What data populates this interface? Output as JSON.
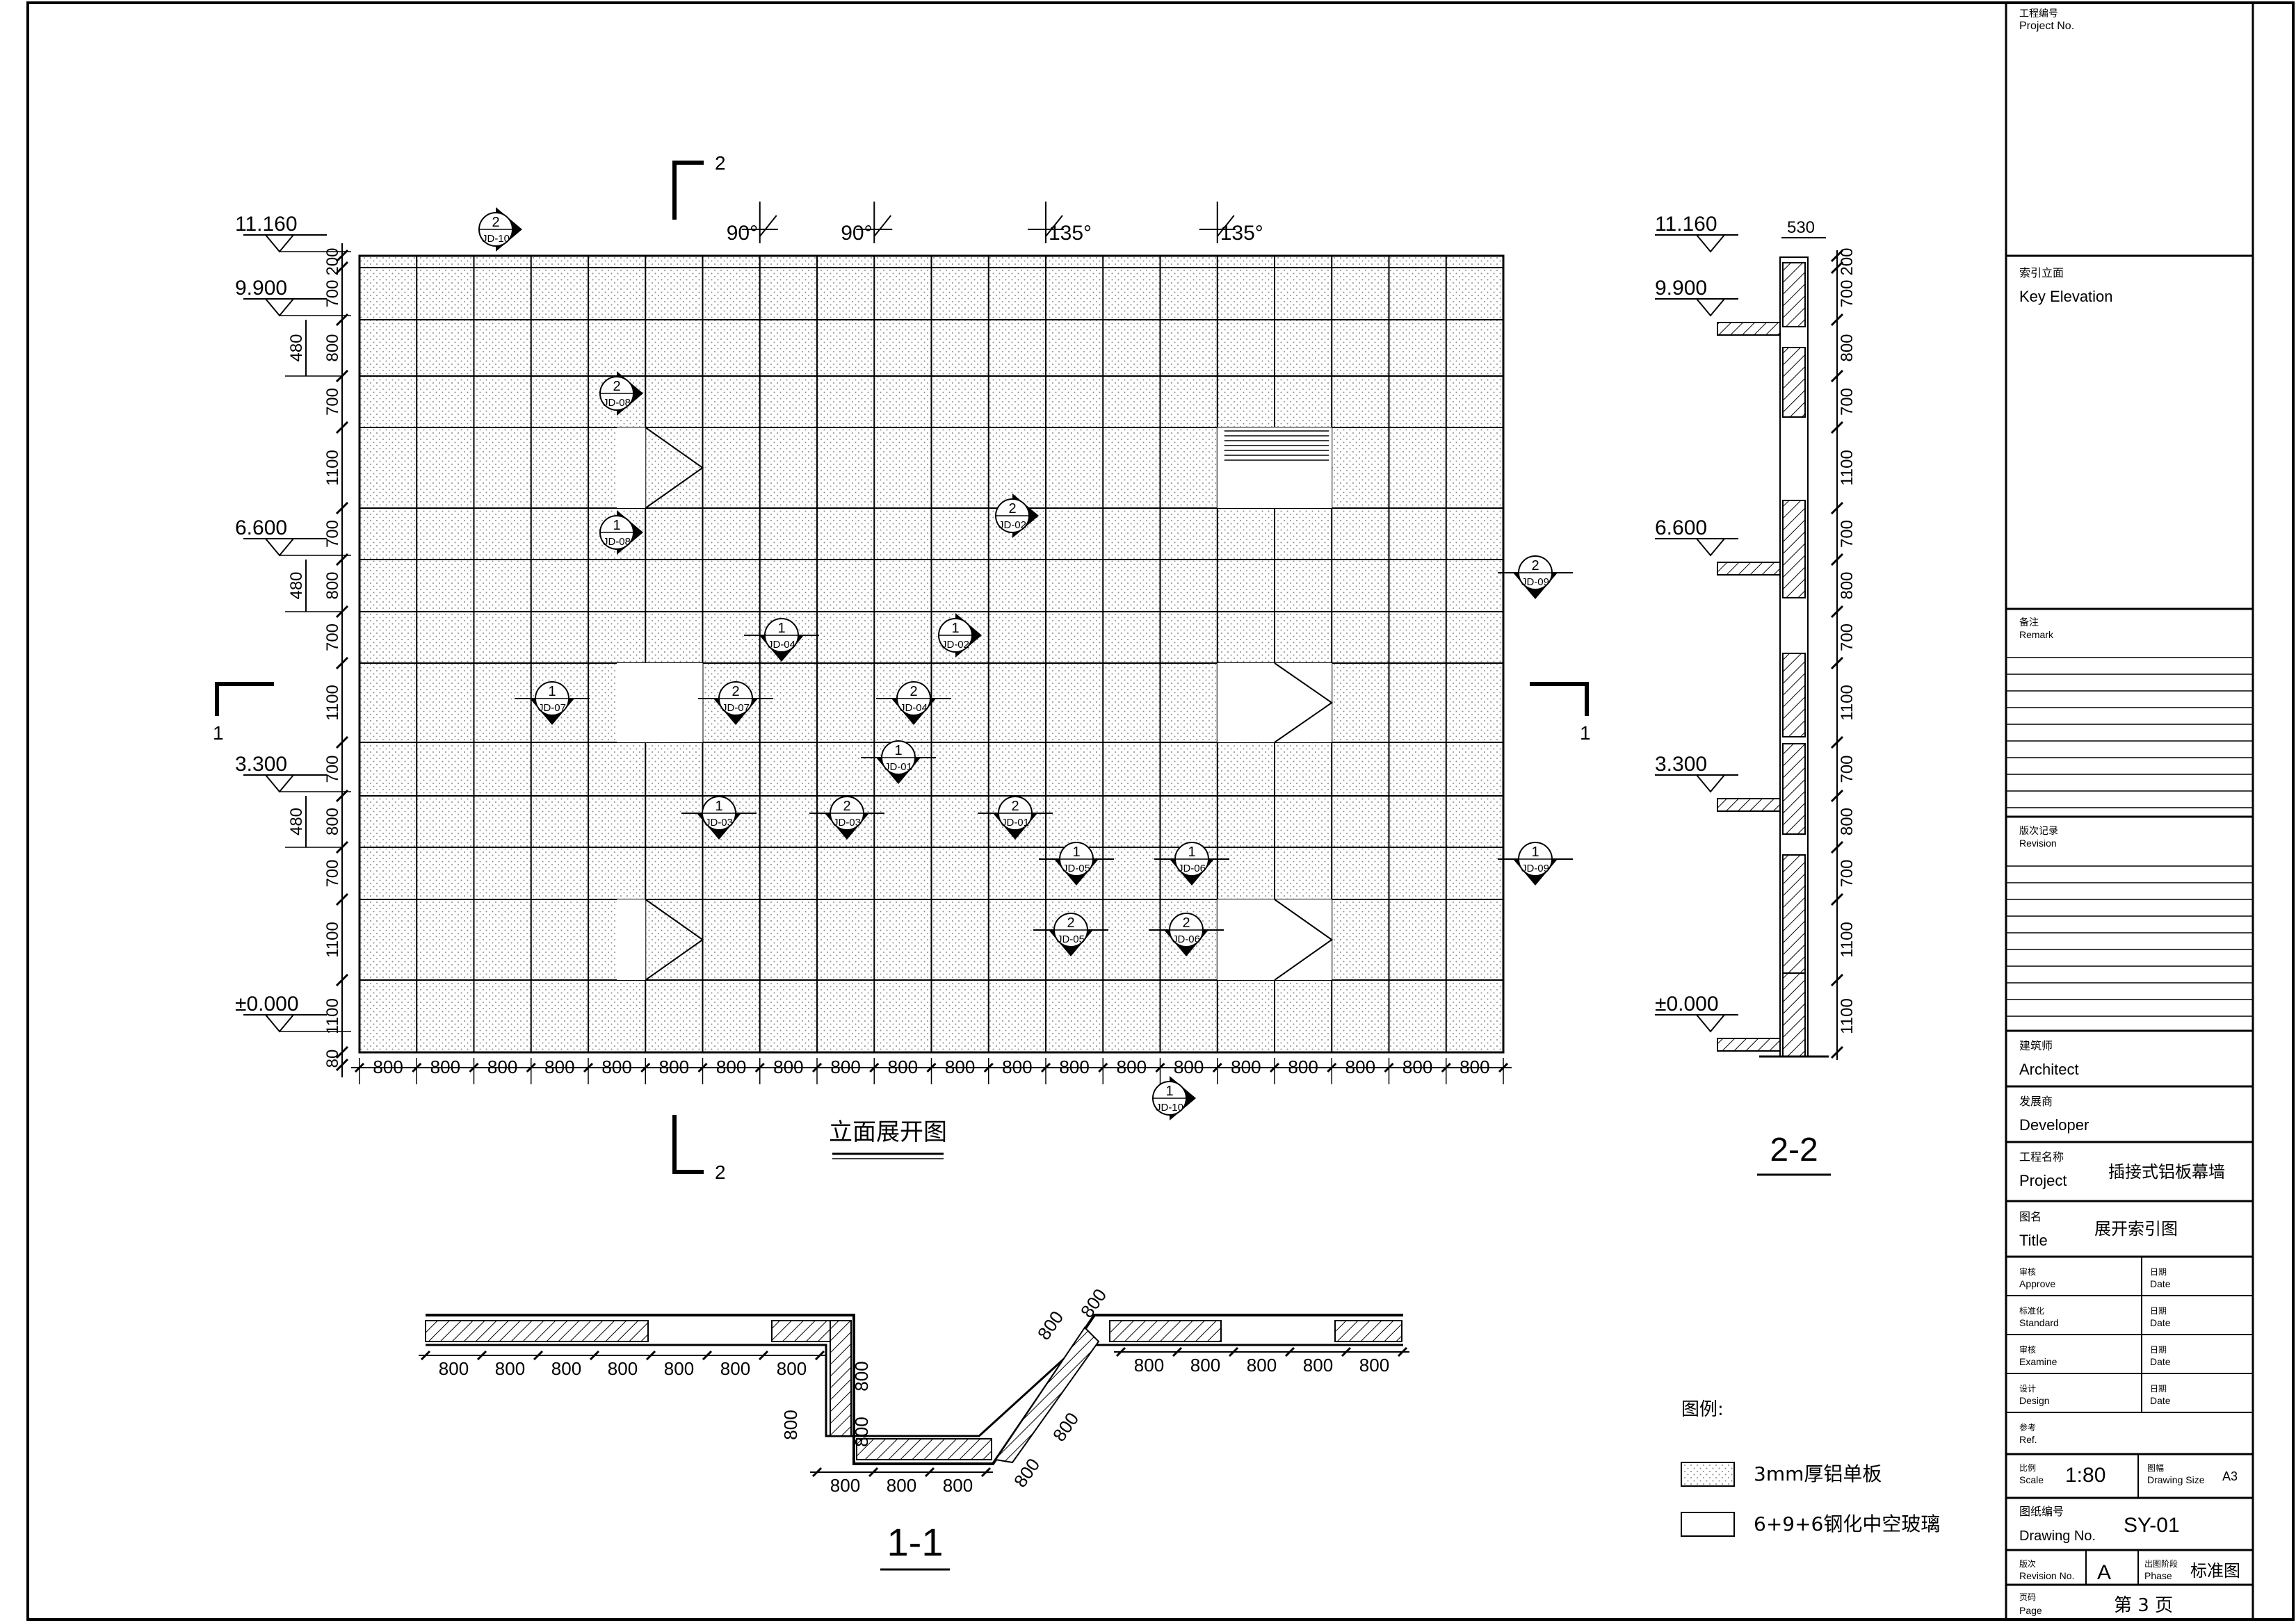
{
  "main_view": {
    "title": "立面展开图",
    "levels": [
      "11.160",
      "9.900",
      "6.600",
      "3.300",
      "±0.000"
    ],
    "row_dims": [
      "200",
      "700",
      "800",
      "700",
      "1100",
      "700",
      "800",
      "700",
      "1100",
      "700",
      "800",
      "700",
      "1100",
      "1100",
      "80"
    ],
    "sub_dims": [
      "480",
      "480",
      "480"
    ],
    "col_dim": "800",
    "col_count": 20,
    "angles": [
      "90°",
      "90°",
      "135°",
      "135°"
    ],
    "cut_2": "2",
    "cut_1": "1",
    "callouts": [
      {
        "n": "2",
        "ref": "JD-10"
      },
      {
        "n": "2",
        "ref": "JD-08"
      },
      {
        "n": "1",
        "ref": "JD-08"
      },
      {
        "n": "2",
        "ref": "JD-02"
      },
      {
        "n": "1",
        "ref": "JD-04"
      },
      {
        "n": "1",
        "ref": "JD-02"
      },
      {
        "n": "1",
        "ref": "JD-07"
      },
      {
        "n": "2",
        "ref": "JD-07"
      },
      {
        "n": "2",
        "ref": "JD-04"
      },
      {
        "n": "1",
        "ref": "JD-01"
      },
      {
        "n": "1",
        "ref": "JD-03"
      },
      {
        "n": "2",
        "ref": "JD-03"
      },
      {
        "n": "2",
        "ref": "JD-01"
      },
      {
        "n": "1",
        "ref": "JD-05"
      },
      {
        "n": "1",
        "ref": "JD-06"
      },
      {
        "n": "2",
        "ref": "JD-05"
      },
      {
        "n": "2",
        "ref": "JD-06"
      },
      {
        "n": "2",
        "ref": "JD-09"
      },
      {
        "n": "1",
        "ref": "JD-09"
      },
      {
        "n": "1",
        "ref": "JD-10"
      }
    ]
  },
  "section_22": {
    "title": "2-2",
    "levels": [
      "11.160",
      "9.900",
      "6.600",
      "3.300",
      "±0.000"
    ],
    "top_dim": "530",
    "row_dims": [
      "200",
      "700",
      "800",
      "700",
      "1100",
      "700",
      "800",
      "700",
      "1100",
      "700",
      "800",
      "700",
      "1100",
      "1100"
    ]
  },
  "section_11": {
    "title": "1-1",
    "dims_left": [
      "800",
      "800",
      "800",
      "800",
      "800",
      "800",
      "800"
    ],
    "dims_step": [
      "800",
      "800"
    ],
    "dims_bottom": [
      "800",
      "800",
      "800"
    ],
    "dims_diag": [
      "800",
      "800",
      "800",
      "800"
    ],
    "dims_right": [
      "800",
      "800",
      "800",
      "800",
      "800"
    ]
  },
  "legend": {
    "title": "图例:",
    "items": [
      {
        "label": "3mm厚铝单板"
      },
      {
        "label": "6+9+6钢化中空玻璃"
      }
    ]
  },
  "title_block": {
    "project_no_cn": "工程编号",
    "project_no_en": "Project No.",
    "key_elev_cn": "索引立面",
    "key_elev_en": "Key Elevation",
    "remark_cn": "备注",
    "remark_en": "Remark",
    "revision_cn": "版次记录",
    "revision_en": "Revision",
    "architect_cn": "建筑师",
    "architect_en": "Architect",
    "developer_cn": "发展商",
    "developer_en": "Developer",
    "project_cn": "工程名称",
    "project_en": "Project",
    "project_value": "插接式铝板幕墙",
    "title_cn": "图名",
    "title_en": "Title",
    "title_value": "展开索引图",
    "approve_cn": "审核",
    "approve_en": "Approve",
    "standard_cn": "标准化",
    "standard_en": "Standard",
    "examine_cn": "审核",
    "examine_en": "Examine",
    "design_cn": "设计",
    "design_en": "Design",
    "date_cn": "日期",
    "date_en": "Date",
    "ref_cn": "参考",
    "ref_en": "Ref.",
    "scale_cn": "比例",
    "scale_en": "Scale",
    "scale_value": "1:80",
    "size_cn": "图幅",
    "size_en": "Drawing Size",
    "size_value": "A3",
    "drawing_no_cn": "图纸编号",
    "drawing_no_en": "Drawing No.",
    "drawing_no_value": "SY-01",
    "revno_cn": "版次",
    "revno_en": "Revision No.",
    "revno_value": "A",
    "phase_cn": "出图阶段",
    "phase_en": "Phase",
    "phase_value": "标准图",
    "page_cn": "页码",
    "page_en": "Page",
    "page_value": "第 3 页"
  }
}
